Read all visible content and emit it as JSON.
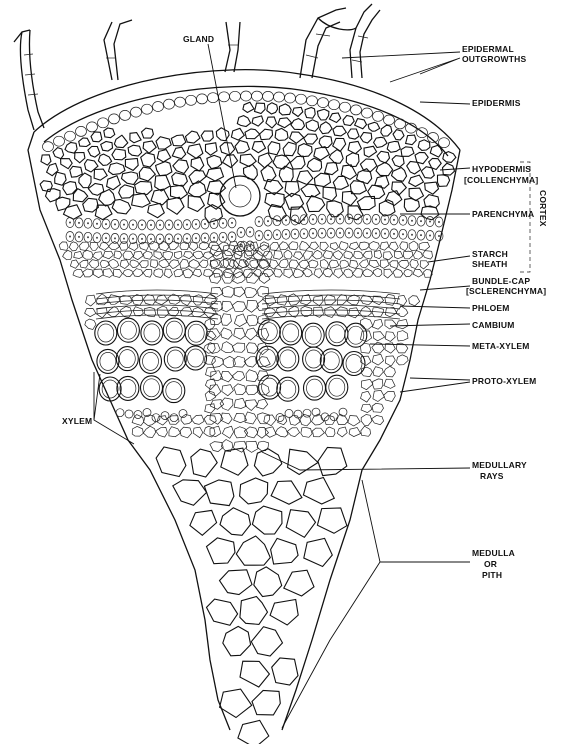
{
  "labels": {
    "gland": "GLAND",
    "epidermal_outgrowths_1": "EPIDERMAL",
    "epidermal_outgrowths_2": "OUTGROWTHS",
    "epidermis": "EPIDERMIS",
    "hypodermis_1": "HYPODERMIS",
    "hypodermis_2": "[COLLENCHYMA]",
    "cortex": "CORTEX",
    "parenchyma": "PARENCHYMA",
    "starch_sheath_1": "STARCH",
    "starch_sheath_2": "SHEATH",
    "bundle_cap_1": "BUNDLE-CAP",
    "bundle_cap_2": "[SCLERENCHYMA]",
    "phloem": "PHLOEM",
    "cambium": "CAMBIUM",
    "meta_xylem": "META-XYLEM",
    "proto_xylem": "PROTO-XYLEM",
    "xylem": "XYLEM",
    "medullary_rays_1": "MEDULLARY",
    "medullary_rays_2": "RAYS",
    "medulla_1": "MEDULLA",
    "medulla_2": "OR",
    "medulla_3": "PITH"
  }
}
